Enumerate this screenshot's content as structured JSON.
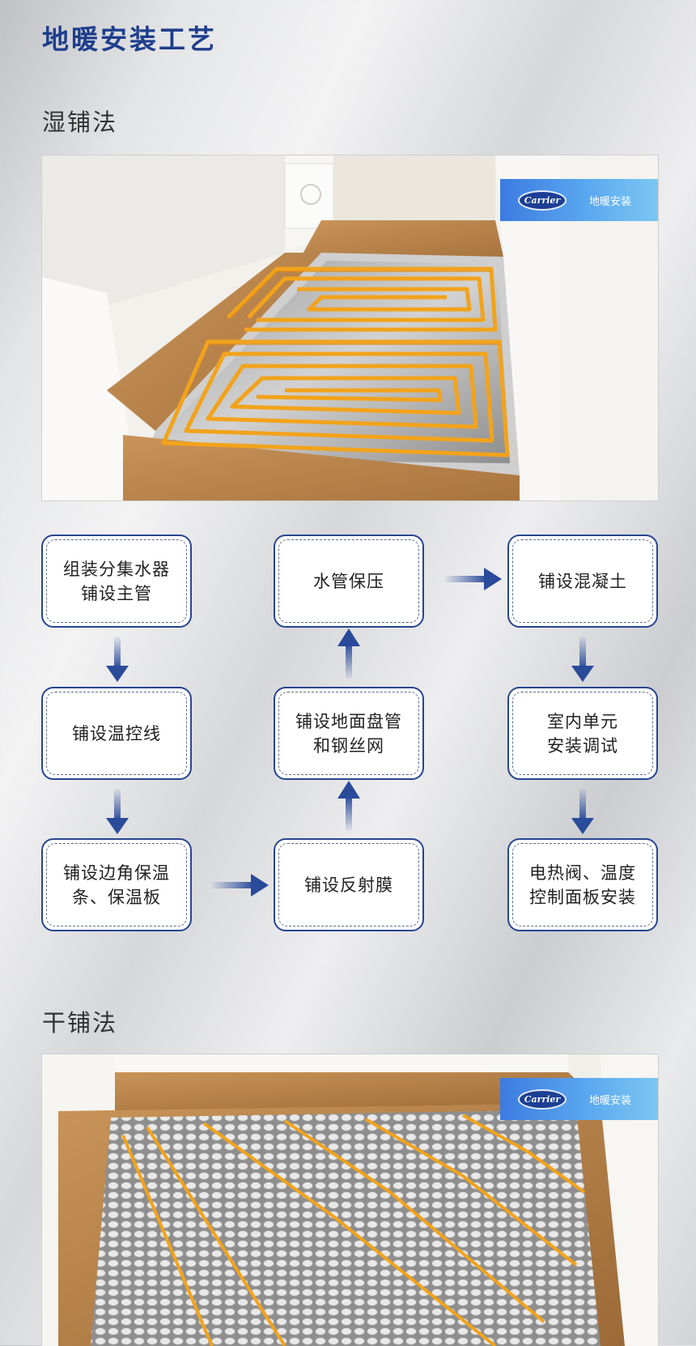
{
  "page_title": "地暖安装工艺",
  "wet_method": {
    "title": "湿铺法",
    "badge_text": "地暖安装",
    "brand_logo": "Carrier"
  },
  "process_steps": {
    "s1": "组装分集水器\n铺设主管",
    "s2": "铺设温控线",
    "s3": "铺设边角保温\n条、保温板",
    "s4": "铺设反射膜",
    "s5": "铺设地面盘管\n和钢丝网",
    "s6": "水管保压",
    "s7": "铺设混凝土",
    "s8": "室内单元\n安装调试",
    "s9": "电热阀、温度\n控制面板安装"
  },
  "dry_method": {
    "title": "干铺法",
    "badge_text": "地暖安装",
    "brand_logo": "Carrier"
  },
  "colors": {
    "accent_blue": "#1e3e8c",
    "pipe_orange": "#f2a31b",
    "badge_blue": "#4a90e6"
  }
}
